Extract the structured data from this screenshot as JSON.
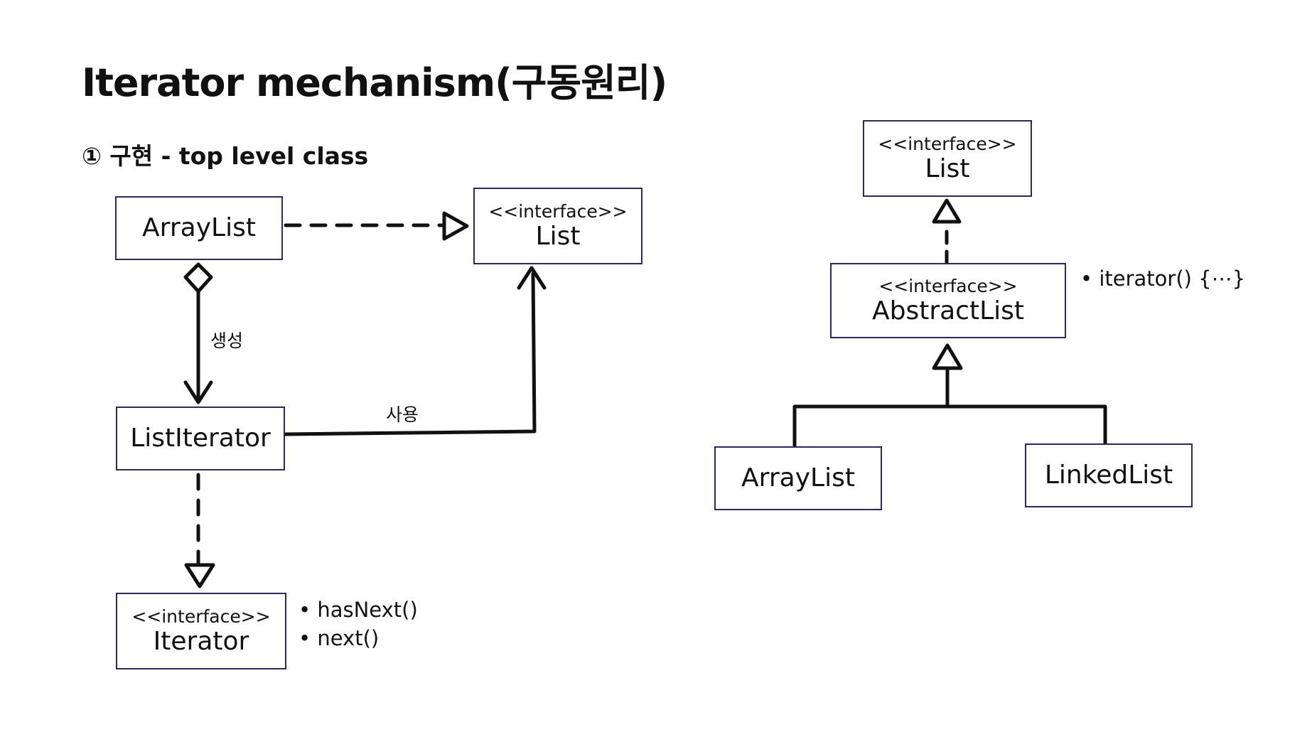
{
  "title": "Iterator mechanism(구동원리)",
  "section": "① 구현 - top level class",
  "left": {
    "arraylist": "ArrayList",
    "list": {
      "stereotype": "<<interface>>",
      "name": "List"
    },
    "listiterator": "ListIterator",
    "iterator": {
      "stereotype": "<<interface>>",
      "name": "Iterator"
    },
    "create_label": "생성",
    "use_label": "사용",
    "iterator_methods": [
      "• hasNext()",
      "• next()"
    ]
  },
  "right": {
    "list": {
      "stereotype": "<<interface>>",
      "name": "List"
    },
    "abstractlist": {
      "stereotype": "<<interface>>",
      "name": "AbstractList"
    },
    "abstractlist_note": "• iterator() {⋯}",
    "arraylist": "ArrayList",
    "linkedlist": "LinkedList"
  }
}
